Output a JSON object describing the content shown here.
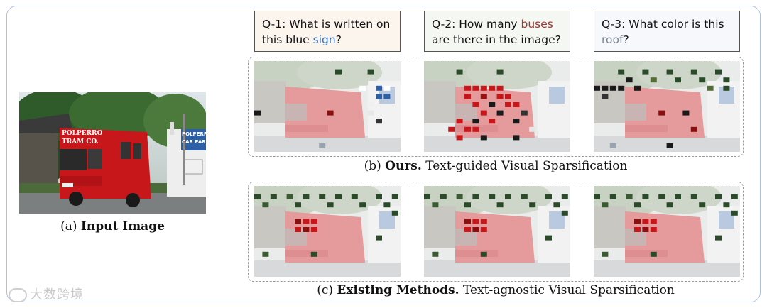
{
  "input": {
    "caption_prefix": "(a)",
    "caption_bold": "Input Image",
    "sign_text_1": "POLPERRO",
    "sign_text_2": "TRAM CO.",
    "car_park_1": "POLPERRO",
    "car_park_2": "CAR PARK"
  },
  "questions": [
    {
      "id": "Q-1:",
      "before": "What is written on this blue ",
      "keyword": "sign",
      "after": "?"
    },
    {
      "id": "Q-2:",
      "before": "How many ",
      "keyword": "buses",
      "after": " are there in the image?"
    },
    {
      "id": "Q-3:",
      "before": "What color is this ",
      "keyword": "roof",
      "after": "?"
    }
  ],
  "captions": {
    "b_prefix": "(b)",
    "b_bold": "Ours.",
    "b_rest": "Text-guided Visual Sparsification",
    "c_prefix": "(c)",
    "c_bold": "Existing Methods.",
    "c_rest": "Text-agnostic Visual Sparsification"
  },
  "watermark": "大数跨境",
  "colors": {
    "frame": "#aebfe0",
    "keyword_sign": "#3a6fae",
    "keyword_buses": "#a8322e",
    "keyword_roof": "#7a8591"
  }
}
